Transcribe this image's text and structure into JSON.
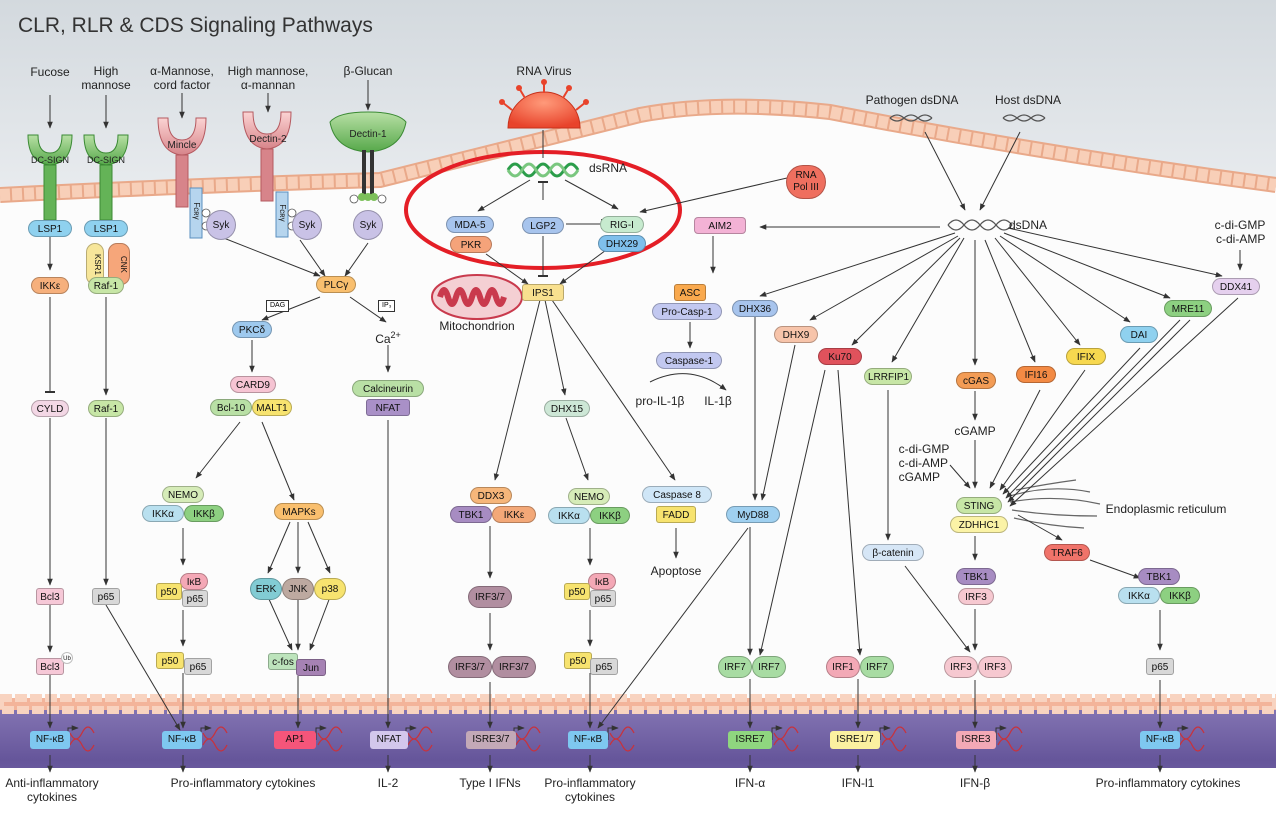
{
  "title": "CLR, RLR & CDS Signaling Pathways",
  "colors": {
    "background_top": "#dde2e6",
    "membrane": "#f7c3a8",
    "cytoplasm": "#fdfdfd",
    "nucleus": "#6b5b9b",
    "highlight_ellipse": "#e41e26"
  },
  "ligands": {
    "fucose": "Fucose",
    "high_mannose": "High mannose",
    "a_mannose": "α-Mannose, cord factor",
    "high_mannose_mannan": "High mannose, α-mannan",
    "b_glucan": "β-Glucan",
    "rna_virus": "RNA Virus",
    "pathogen_dsdna": "Pathogen dsDNA",
    "host_dsdna": "Host dsDNA"
  },
  "receptors": {
    "dc_sign": "DC-SIGN",
    "mincle": "Mincle",
    "dectin2": "Dectin-2",
    "dectin1": "Dectin-1"
  },
  "labels": {
    "dsrna": "dsRNA",
    "dsdna": "dsDNA",
    "mitochondrion": "Mitochondrion",
    "endoplasmic_reticulum": "Endoplasmic reticulum",
    "dag": "DAG",
    "ip3": "IP₃",
    "ca": "Ca",
    "ca_sup": "2+",
    "cgamp": "cGAMP",
    "cdi": "c-di-GMP\nc-di-AMP",
    "cdi_cgamp": "c-di-GMP\nc-di-AMP\ncGAMP",
    "pro_il1b": "pro-IL-1β",
    "il1b": "IL-1β",
    "apoptose": "Apoptose",
    "fcry": "Fcʀγ",
    "p": "P",
    "ub": "Ub"
  },
  "proteins": {
    "lsp1": "LSP1",
    "ikke": "IKKε",
    "cyld": "CYLD",
    "bcl3": "Bcl3",
    "ksr1": "KSR1",
    "cnk": "CNK",
    "raf1": "Raf-1",
    "p65": "p65",
    "syk": "Syk",
    "plcy": "PLCγ",
    "pkcd": "PKCδ",
    "card9": "CARD9",
    "bcl10": "Bcl-10",
    "malt1": "MALT1",
    "nemo": "NEMO",
    "ikka": "IKKα",
    "ikkb": "IKKβ",
    "ikb": "IκB",
    "p50": "p50",
    "mapks": "MAPKs",
    "erk": "ERK",
    "jnk": "JNK",
    "p38": "p38",
    "cfos": "c-fos",
    "jun": "Jun",
    "calcineurin": "Calcineurin",
    "nfat": "NFAT",
    "mda5": "MDA-5",
    "pkr": "PKR",
    "lgp2": "LGP2",
    "rigi": "RIG-I",
    "dhx29": "DHX29",
    "ips1": "IPS1",
    "ddx3": "DDX3",
    "tbk1": "TBK1",
    "irf37": "IRF3/7",
    "dhx15": "DHX15",
    "caspase8": "Caspase 8",
    "fadd": "FADD",
    "rnapol": "RNA\nPol III",
    "aim2": "AIM2",
    "asc": "ASC",
    "procasp1": "Pro-Casp-1",
    "caspase1": "Caspase-1",
    "dhx36": "DHX36",
    "dhx9": "DHX9",
    "ku70": "Ku70",
    "lrrfip1": "LRRFIP1",
    "cgas": "cGAS",
    "ifi16": "IFI16",
    "ifix": "IFIX",
    "dai": "DAI",
    "mre11": "MRE11",
    "ddx41": "DDX41",
    "myd88": "MyD88",
    "bcatenin": "β-catenin",
    "sting": "STING",
    "zdhhc1": "ZDHHC1",
    "traf6": "TRAF6",
    "irf7": "IRF7",
    "irf1": "IRF1",
    "irf3": "IRF3"
  },
  "nucleus_elements": {
    "nfkb": "NF-κB",
    "ap1": "AP1",
    "nfat": "NFAT",
    "isre37": "ISRE3/7",
    "isre7": "ISRE7",
    "isre17": "ISRE1/7",
    "isre3": "ISRE3"
  },
  "outputs": {
    "anti": "Anti-inflammatory\ncytokines",
    "pro1": "Pro-inflammatory cytokines",
    "il2": "IL-2",
    "type1": "Type I IFNs",
    "pro2": "Pro-inflammatory\ncytokines",
    "ifna": "IFN-α",
    "ifnl1": "IFN-l1",
    "ifnb": "IFN-β",
    "pro3": "Pro-inflammatory cytokines"
  }
}
